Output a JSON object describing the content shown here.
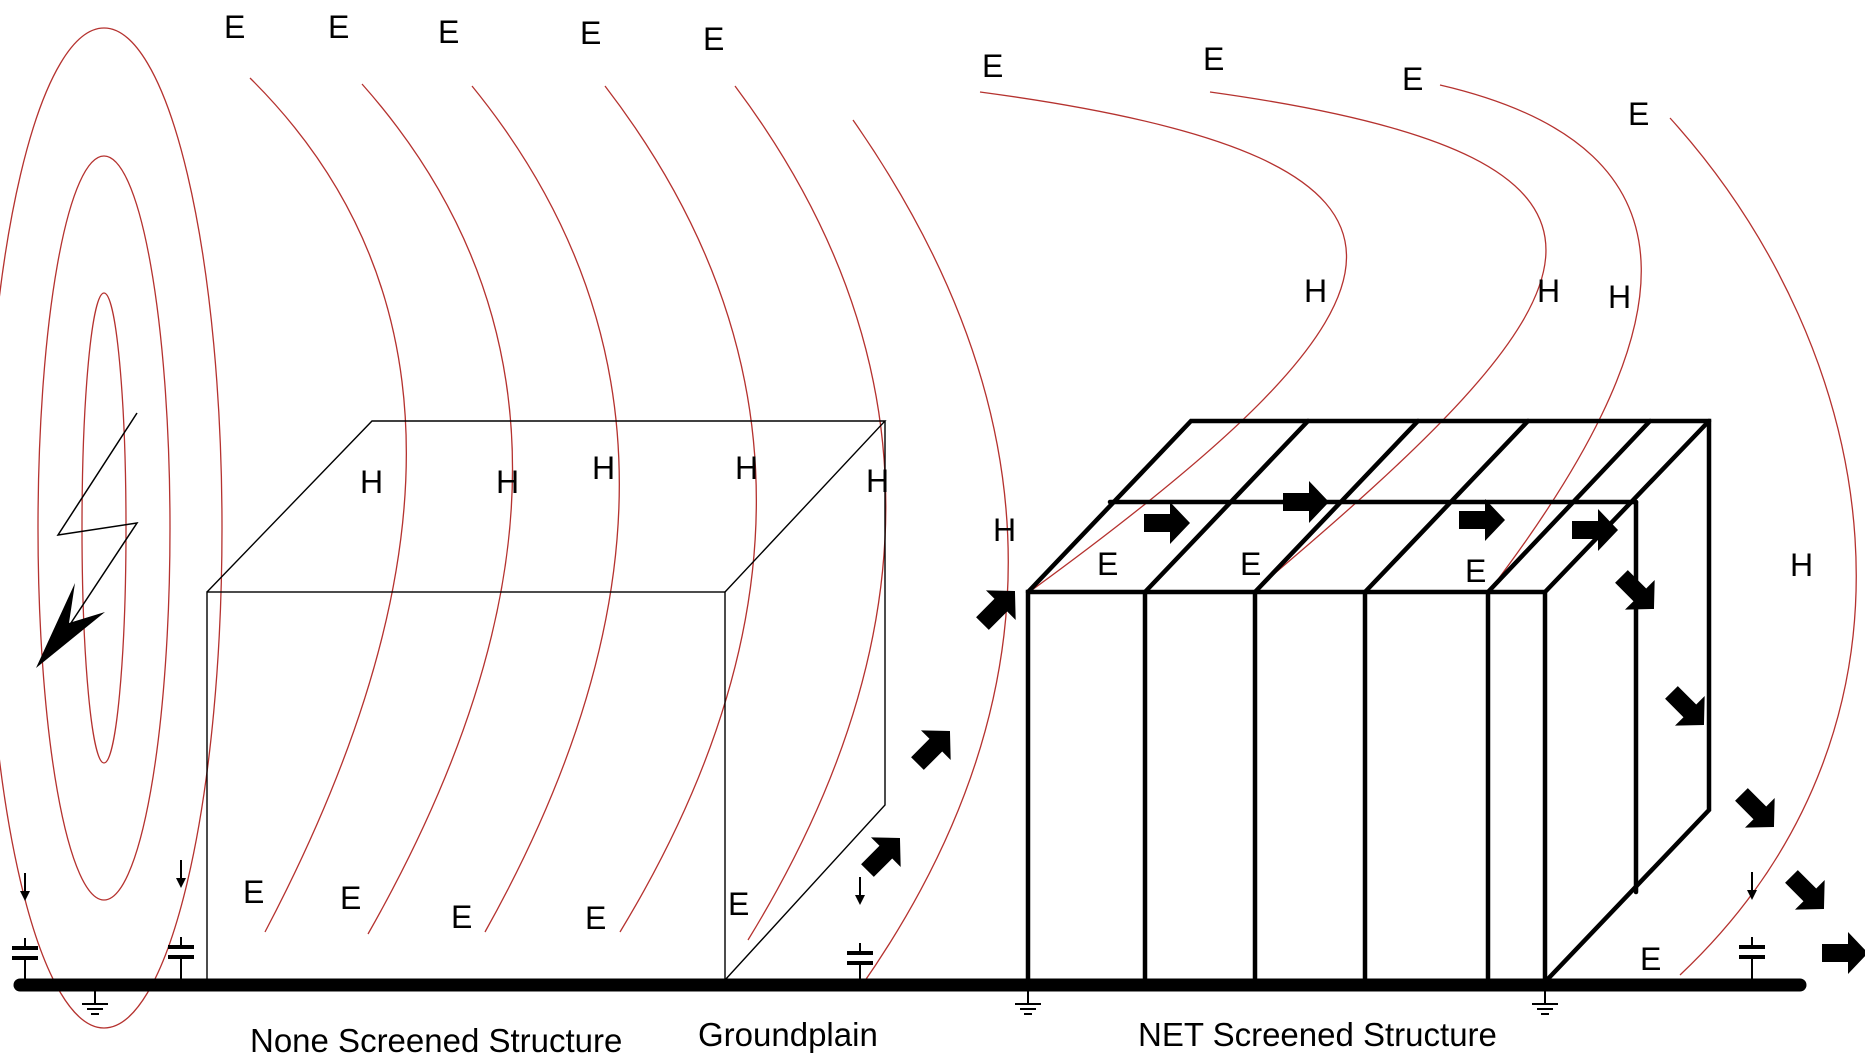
{
  "field_symbols": {
    "electric": "E",
    "magnetic": "H"
  },
  "captions": {
    "left_structure": "None Screened Structure",
    "ground": "Groundplain",
    "right_structure": "NET Screened Structure"
  },
  "colors": {
    "field_line": "#b5322f",
    "ink": "#000000",
    "background": "#ffffff"
  },
  "icons": [
    "lightning-bolt-icon",
    "capacitor-icon",
    "ground-symbol-icon",
    "arrow-icon"
  ]
}
